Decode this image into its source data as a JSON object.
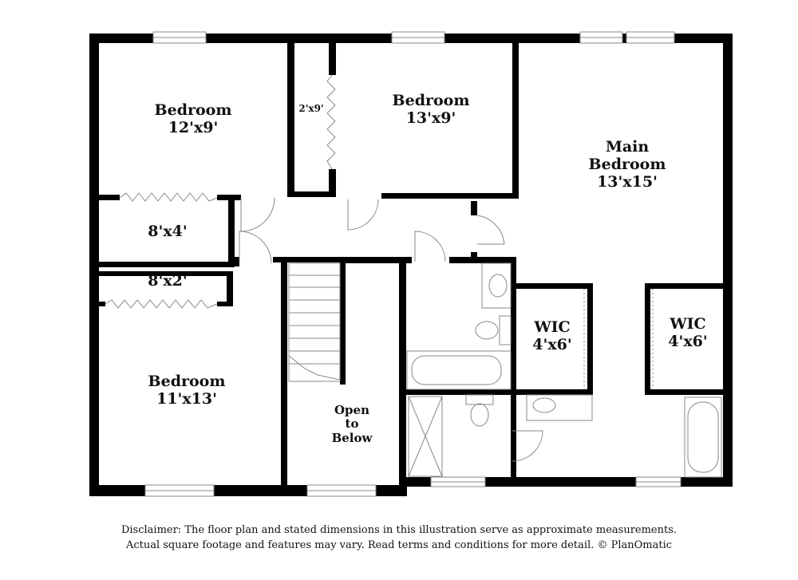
{
  "rooms": {
    "bedroom_nw": {
      "name": "Bedroom",
      "dims": "12'x9'"
    },
    "closet_small": {
      "dims": "2'x9'"
    },
    "bedroom_n": {
      "name": "Bedroom",
      "dims": "13'x9'"
    },
    "main_bedroom": {
      "name_line1": "Main",
      "name_line2": "Bedroom",
      "dims": "13'x15'"
    },
    "closet_8x4": {
      "dims": "8'x4'"
    },
    "closet_8x2": {
      "dims": "8'x2'"
    },
    "bedroom_sw": {
      "name": "Bedroom",
      "dims": "11'x13'"
    },
    "open_to_below": {
      "line1": "Open",
      "line2": "to",
      "line3": "Below"
    },
    "wic_1": {
      "name": "WIC",
      "dims": "4'x6'"
    },
    "wic_2": {
      "name": "WIC",
      "dims": "4'x6'"
    }
  },
  "disclaimer": {
    "line1": "Disclaimer: The floor plan and stated dimensions in this illustration serve as approximate measurements.",
    "line2": "Actual square footage and features may vary. Read terms and conditions for more detail. © PlanOmatic"
  },
  "colors": {
    "wall": "#000000",
    "fixture": "#888888",
    "background": "#ffffff"
  }
}
